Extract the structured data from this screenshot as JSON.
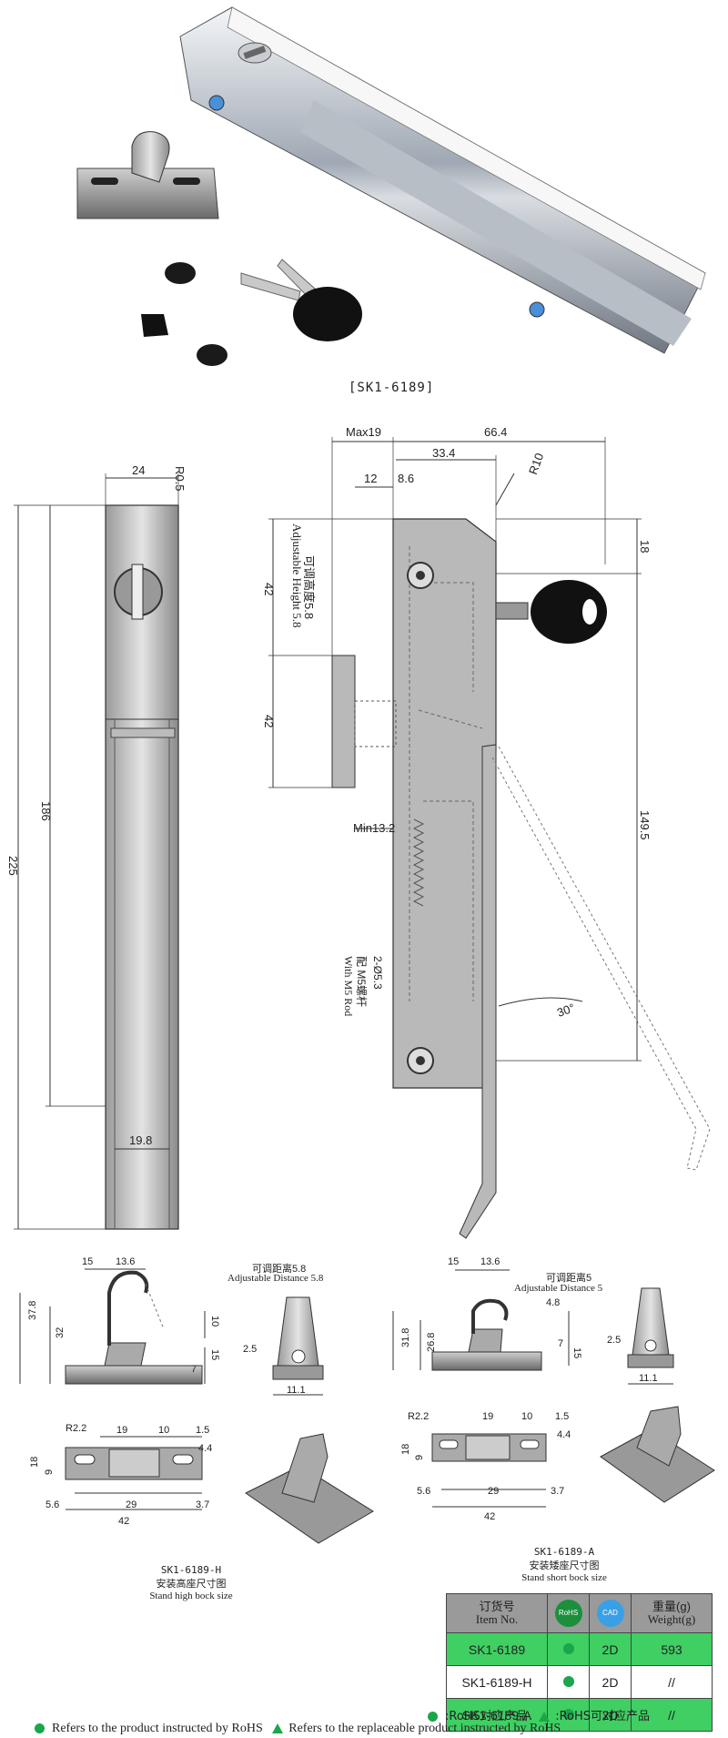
{
  "product_caption": "[SK1-6189]",
  "front_view": {
    "dim_width": "24",
    "dim_radius": "R0.5",
    "dim_inner_height": "186",
    "dim_total_height": "225",
    "dim_bottom_width": "19.8"
  },
  "side_view": {
    "dim_max": "Max19",
    "dim_66_4": "66.4",
    "dim_33_4": "33.4",
    "dim_12": "12",
    "dim_8_6": "8.6",
    "dim_r10": "R10",
    "dim_18": "18",
    "dim_42_top": "42",
    "dim_42_mid": "42",
    "adjustable_cn": "可调高度5.8",
    "adjustable_en": "Adjustable Height 5.8",
    "dim_min": "Min13.2",
    "dim_149_5": "149.5",
    "hole_cn": "2-Ø5.3",
    "hole_cn2": "配 M5螺杆",
    "hole_en": "With M5 Rod",
    "angle": "30°"
  },
  "high_bock": {
    "dim_15": "15",
    "dim_13_6": "13.6",
    "adj_cn": "可调距离5.8",
    "adj_en": "Adjustable Distance 5.8",
    "dim_37_8": "37.8",
    "dim_32": "32",
    "dim_10": "10",
    "dim_15b": "15",
    "dim_7": "7",
    "dim_2_5": "2.5",
    "dim_11_1": "11.1",
    "dim_r2_2": "R2.2",
    "dim_19": "19",
    "dim_10b": "10",
    "dim_1_5": "1.5",
    "dim_4_4": "4.4",
    "dim_18": "18",
    "dim_9": "9",
    "dim_5_6": "5.6",
    "dim_29": "29",
    "dim_3_7": "3.7",
    "dim_42": "42",
    "caption_code": "SK1-6189-H",
    "caption_cn": "安装高座尺寸图",
    "caption_en": "Stand high bock size"
  },
  "short_bock": {
    "dim_15": "15",
    "dim_13_6": "13.6",
    "adj_cn": "可调距离5",
    "adj_en": "Adjustable Distance 5",
    "dim_4_8": "4.8",
    "dim_31_8": "31.8",
    "dim_26_8": "26.8",
    "dim_7": "7",
    "dim_15b": "15",
    "dim_2_5": "2.5",
    "dim_11_1": "11.1",
    "dim_r2_2": "R2.2",
    "dim_19": "19",
    "dim_10": "10",
    "dim_1_5": "1.5",
    "dim_4_4": "4.4",
    "dim_18": "18",
    "dim_9": "9",
    "dim_5_6": "5.6",
    "dim_29": "29",
    "dim_3_7": "3.7",
    "dim_42": "42",
    "caption_code": "SK1-6189-A",
    "caption_cn": "安装矮座尺寸图",
    "caption_en": "Stand short bock size"
  },
  "table": {
    "col_item_cn": "订货号",
    "col_item_en": "Item No.",
    "col_rohs_icon": "RoHS",
    "col_cad_icon": "CAD",
    "col_weight_cn": "重量(g)",
    "col_weight_en": "Weight(g)",
    "rows": [
      {
        "item": "SK1-6189",
        "cad": "2D",
        "weight": "593"
      },
      {
        "item": "SK1-6189-H",
        "cad": "2D",
        "weight": "//"
      },
      {
        "item": "SK1-6189-A",
        "cad": "2D",
        "weight": "//"
      }
    ],
    "accent_green": "#3fcf62",
    "header_gray": "#9a9a9a"
  },
  "legend": {
    "rohs_cn": ":RoHS对应产品",
    "rohs_alt_cn": ":RoHS可对应产品",
    "rohs_en": "Refers to the product instructed by RoHS",
    "rohs_alt_en": "Refers to the replaceable product instructed by RoHS"
  }
}
